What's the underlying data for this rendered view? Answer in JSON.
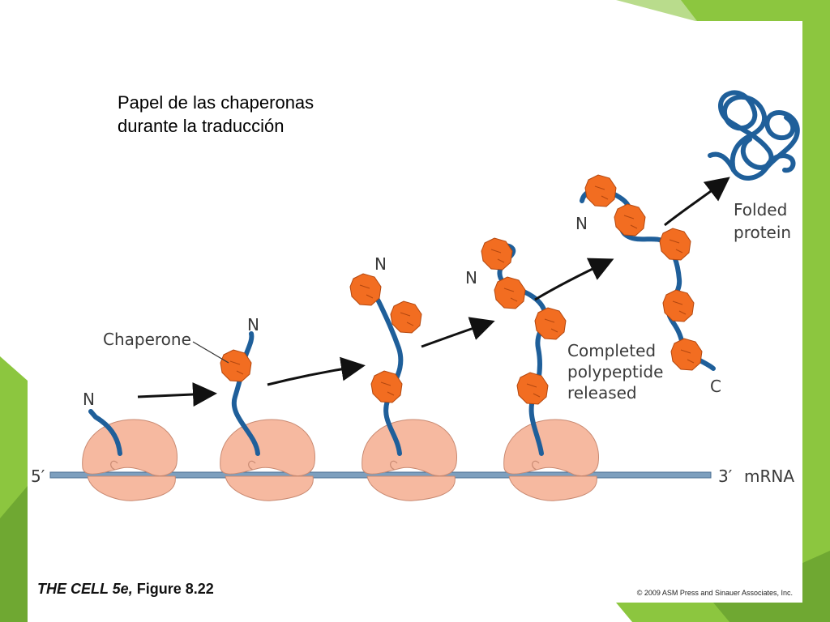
{
  "slide": {
    "title_line1": "Papel de las chaperonas",
    "title_line2": "durante la traducción"
  },
  "figure": {
    "chaperone_label": "Chaperone",
    "n_terminus": "N",
    "c_terminus": "C",
    "completed_line1": "Completed",
    "completed_line2": "polypeptide",
    "completed_line3": "released",
    "folded_line1": "Folded",
    "folded_line2": "protein",
    "mrna_5": "5′",
    "mrna_3": "3′",
    "mrna_label": "mRNA",
    "colors": {
      "ribosome": "#f6b9a0",
      "chaperone": "#f26d21",
      "polypeptide": "#1f5f9a",
      "mrna": "#7d9fbe",
      "accent_green": "#8cc63f"
    }
  },
  "caption": {
    "book": "THE CELL 5e,",
    "figure": "Figure 8.22",
    "copyright": "© 2009 ASM Press and Sinauer Associates, Inc."
  }
}
